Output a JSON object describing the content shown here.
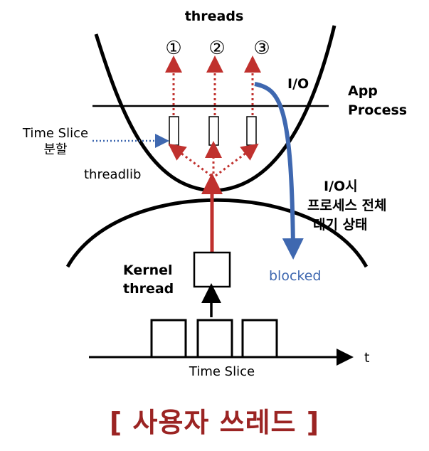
{
  "labels": {
    "threads": "threads",
    "thread_numbers": [
      "①",
      "②",
      "③"
    ],
    "io": "I/O",
    "app_process_line1": "App",
    "app_process_line2": "Process",
    "time_slice_split_line1": "Time Slice",
    "time_slice_split_line2": "분할",
    "threadlib": "threadlib",
    "io_wait_line1": "I/O시",
    "io_wait_line2": "프로세스 전체",
    "io_wait_line3": "대기 상태",
    "blocked": "blocked",
    "kernel_thread_line1": "Kernel",
    "kernel_thread_line2": "thread",
    "time_axis": "t",
    "time_slice": "Time Slice"
  },
  "caption": "[ 사용자 쓰레드 ]",
  "colors": {
    "red": "#c0312e",
    "blue": "#3f68b0",
    "black": "#000000",
    "caption": "#9b2423"
  }
}
